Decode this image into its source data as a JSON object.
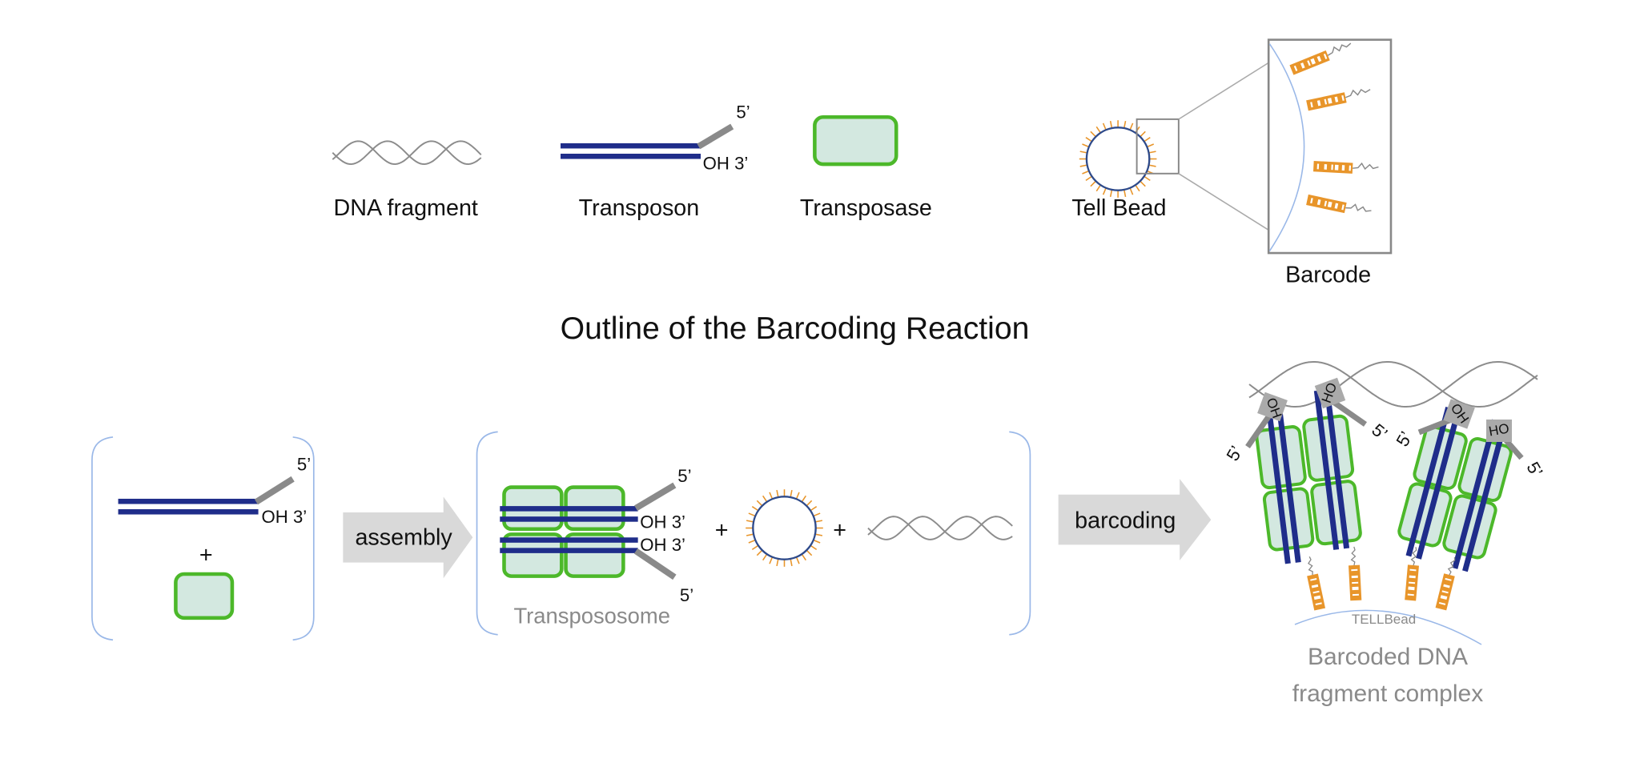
{
  "legend": {
    "dna_fragment": "DNA fragment",
    "transposon": "Transposon",
    "transposase": "Transposase",
    "tell_bead": "Tell Bead",
    "barcode": "Barcode",
    "five_prime": "5’",
    "oh3": "OH 3’"
  },
  "title": "Outline of the Barcoding Reaction",
  "reaction": {
    "assembly": "assembly",
    "barcoding": "barcoding",
    "plus": "+",
    "transpososome": "Transpososome",
    "tellbead": "TELLBead",
    "product_line1": "Barcoded DNA",
    "product_line2": "fragment complex",
    "oh": "OH",
    "ho": "HO"
  },
  "colors": {
    "transposon_blue": "#1f2d8a",
    "transposase_fill": "#d3e8e0",
    "transposase_stroke": "#4cb82a",
    "barcode_orange": "#e8952a",
    "bead_outline": "#2e4a8a",
    "dna_grey": "#8c8c8c",
    "arrow_grey": "#d9d9d9"
  }
}
